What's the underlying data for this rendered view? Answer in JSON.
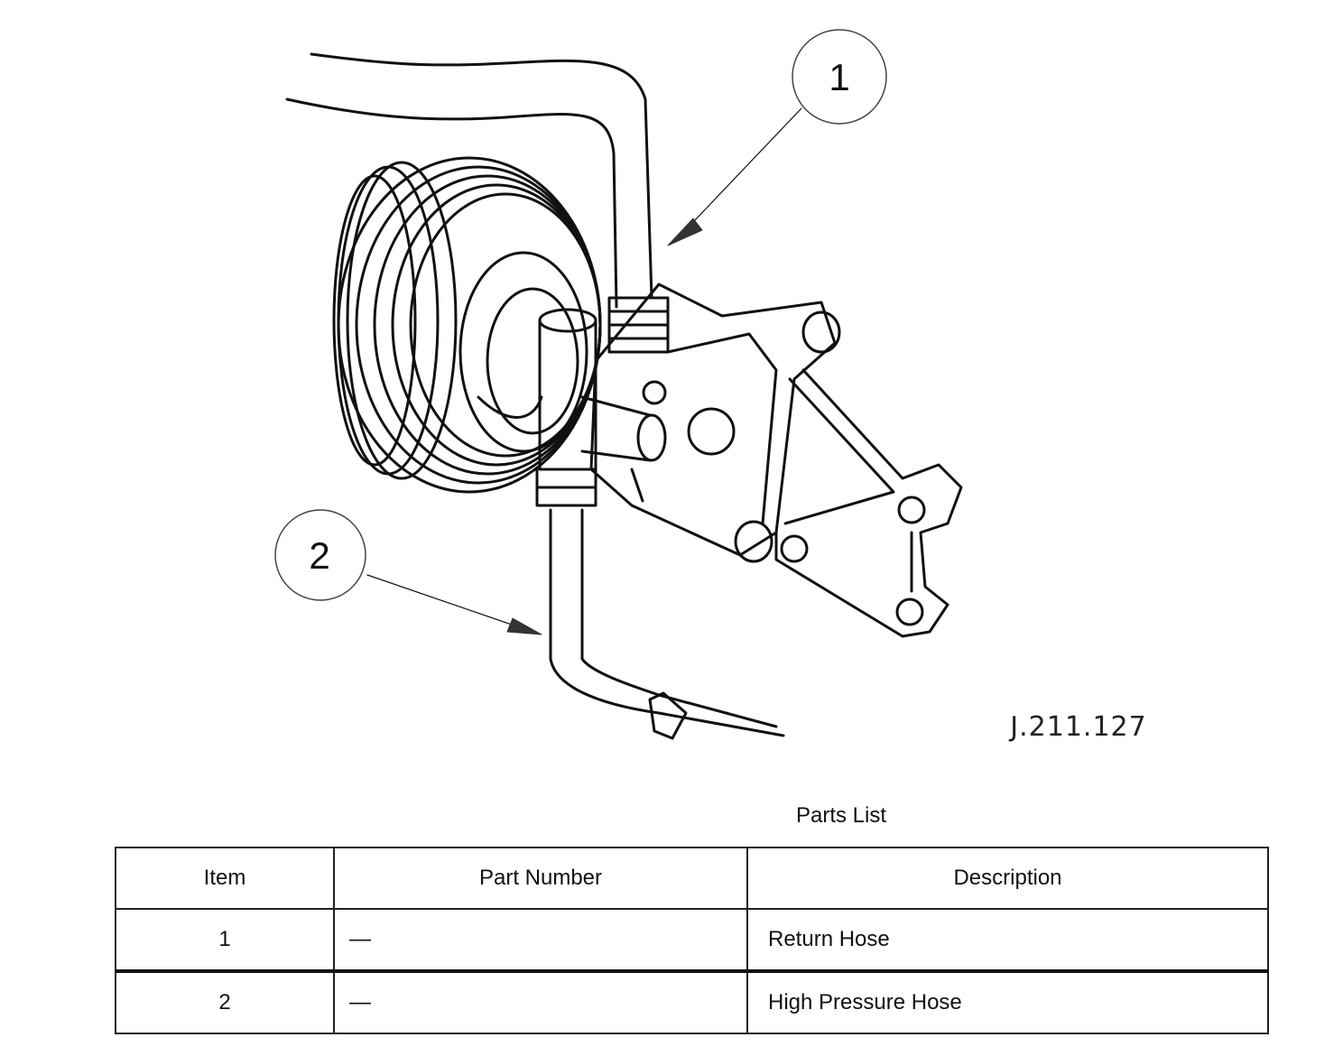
{
  "figure": {
    "callouts": [
      {
        "number": "1"
      },
      {
        "number": "2"
      }
    ],
    "reference_code": "J.211.127"
  },
  "parts_list": {
    "title": "Parts List",
    "headers": {
      "item": "Item",
      "part_number": "Part Number",
      "description": "Description"
    },
    "rows": [
      {
        "item": "1",
        "part_number": "—",
        "description": "Return Hose"
      },
      {
        "item": "2",
        "part_number": "—",
        "description": "High Pressure Hose"
      }
    ]
  }
}
